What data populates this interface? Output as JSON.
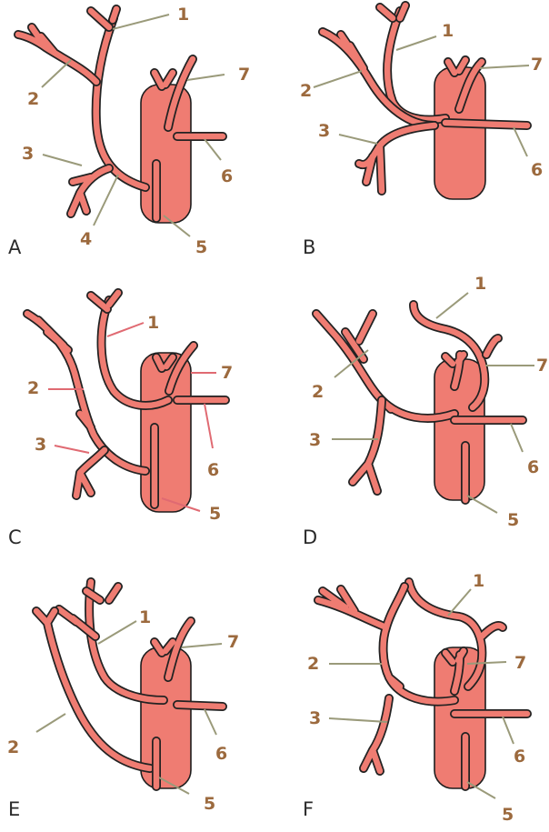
{
  "colors": {
    "vessel": "#ef7c72",
    "vessel_outline": "#222222",
    "leader_default": "#9a9a7a",
    "leader_pink": "#e06a72",
    "label_number": "#9c6a3e"
  },
  "panels": [
    {
      "id": "A",
      "letter": "A",
      "leader_style": "default",
      "labels": {
        "1": "1",
        "2": "2",
        "3": "3",
        "4": "4",
        "5": "5",
        "6": "6",
        "7": "7"
      }
    },
    {
      "id": "B",
      "letter": "B",
      "leader_style": "default",
      "labels": {
        "1": "1",
        "2": "2",
        "3": "3",
        "6": "6",
        "7": "7"
      }
    },
    {
      "id": "C",
      "letter": "C",
      "leader_style": "pink",
      "labels": {
        "1": "1",
        "2": "2",
        "3": "3",
        "5": "5",
        "6": "6",
        "7": "7"
      }
    },
    {
      "id": "D",
      "letter": "D",
      "leader_style": "default",
      "labels": {
        "1": "1",
        "2": "2",
        "3": "3",
        "5": "5",
        "6": "6",
        "7": "7"
      }
    },
    {
      "id": "E",
      "letter": "E",
      "leader_style": "default",
      "labels": {
        "1": "1",
        "2": "2",
        "5": "5",
        "6": "6",
        "7": "7"
      }
    },
    {
      "id": "F",
      "letter": "F",
      "leader_style": "default",
      "labels": {
        "1": "1",
        "2": "2",
        "3": "3",
        "5": "5",
        "6": "6",
        "7": "7"
      }
    }
  ]
}
